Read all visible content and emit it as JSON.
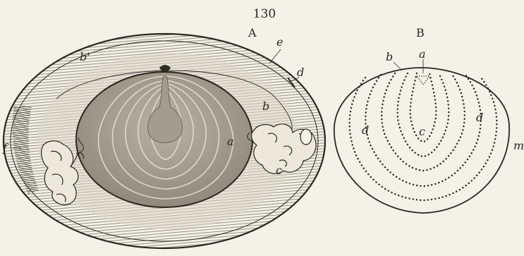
{
  "page_number": "130",
  "figure_a": {
    "caption": "A",
    "labels": {
      "a": "a",
      "b": "b",
      "b_prime": "b'",
      "c": "c",
      "d": "d",
      "e": "e",
      "f": "f"
    }
  },
  "figure_b": {
    "caption": "B",
    "labels": {
      "a": "a",
      "b": "b",
      "c": "c",
      "d_left": "d",
      "d_right": "d",
      "m": "m"
    }
  },
  "colors": {
    "ink": "#2a2620",
    "paper": "#f4f1e8",
    "shade": "#8c8779"
  }
}
